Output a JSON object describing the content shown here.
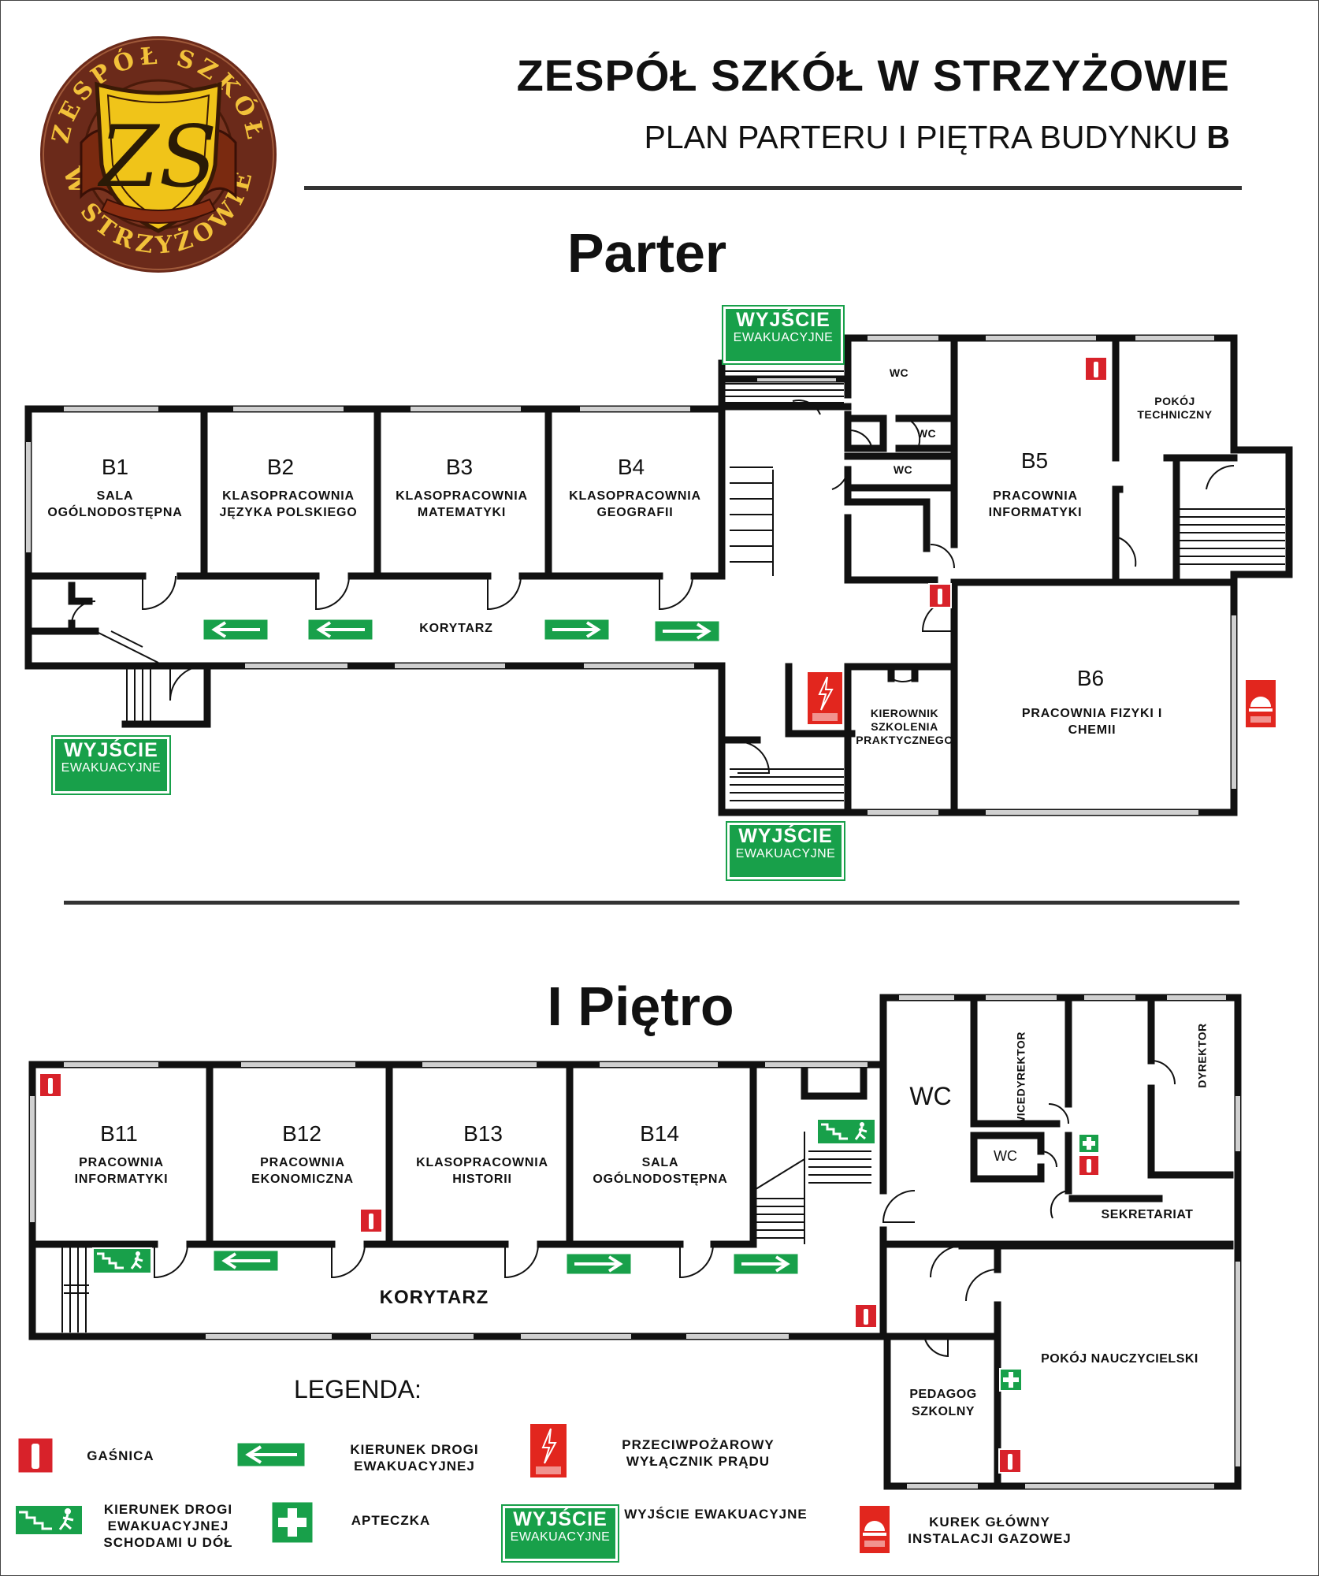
{
  "header": {
    "title": "ZESPÓŁ SZKÓŁ W STRZYŻOWIE",
    "subtitle_main": "PLAN PARTERU I PIĘTRA BUDYNKU",
    "subtitle_bold": "B"
  },
  "logo": {
    "ring_top": "ZESPÓŁ SZKÓŁ",
    "ring_bottom": "W STRZYŻOWIE",
    "monogram": "ZS",
    "ring_color": "#6b2a1a",
    "shield_color": "#f0c419"
  },
  "exit_sign": {
    "line1": "WYJŚCIE",
    "line2": "EWAKUACYJNE",
    "color": "#18a04a"
  },
  "ground": {
    "title": "Parter",
    "corridor": "KORYTARZ",
    "rooms": [
      {
        "code": "B1",
        "name": "SALA OGÓLNODOSTĘPNA"
      },
      {
        "code": "B2",
        "name": "KLASOPRACOWNIA JĘZYKA POLSKIEGO"
      },
      {
        "code": "B3",
        "name": "KLASOPRACOWNIA MATEMATYKI"
      },
      {
        "code": "B4",
        "name": "KLASOPRACOWNIA GEOGRAFII"
      },
      {
        "code": "B5",
        "name": "PRACOWNIA INFORMATYKI"
      },
      {
        "code": "B6",
        "name": "PRACOWNIA FIZYKI I CHEMII"
      }
    ],
    "wc": [
      "WC",
      "WC",
      "WC"
    ],
    "tech_room": "POKÓJ TECHNICZNY",
    "manager_room": "KIEROWNIK SZKOLENIA PRAKTYCZNEGO"
  },
  "first": {
    "title": "I Piętro",
    "corridor": "KORYTARZ",
    "rooms": [
      {
        "code": "B11",
        "name": "PRACOWNIA INFORMATYKI"
      },
      {
        "code": "B12",
        "name": "PRACOWNIA EKONOMICZNA"
      },
      {
        "code": "B13",
        "name": "KLASOPRACOWNIA HISTORII"
      },
      {
        "code": "B14",
        "name": "SALA OGÓLNODOSTĘPNA"
      }
    ],
    "wc_big": "WC",
    "wc_small": "WC",
    "vice_director": "WICEDYREKTOR",
    "director": "DYREKTOR",
    "secretariat": "SEKRETARIAT",
    "teachers_room": "POKÓJ NAUCZYCIELSKI",
    "pedagogue": "PEDAGOG SZKOLNY"
  },
  "legend": {
    "title": "LEGENDA:",
    "extinguisher": "GAŚNICA",
    "direction": "KIERUNEK DROGI EWAKUACYJNEJ",
    "switch": "PRZECIWPOŻAROWY WYŁĄCZNIK PRĄDU",
    "stairs_down": "KIERUNEK DROGI EWAKUACYJNEJ SCHODAMI U DÓŁ",
    "first_aid": "APTECZKA",
    "exit": "WYJŚCIE EWAKUACYJNE",
    "gas_valve": "KUREK GŁÓWNY INSTALACJI GAZOWEJ"
  },
  "colors": {
    "wall": "#111111",
    "window": "#d0d0d0",
    "exit_green": "#18a04a",
    "safety_red": "#d8222a"
  }
}
